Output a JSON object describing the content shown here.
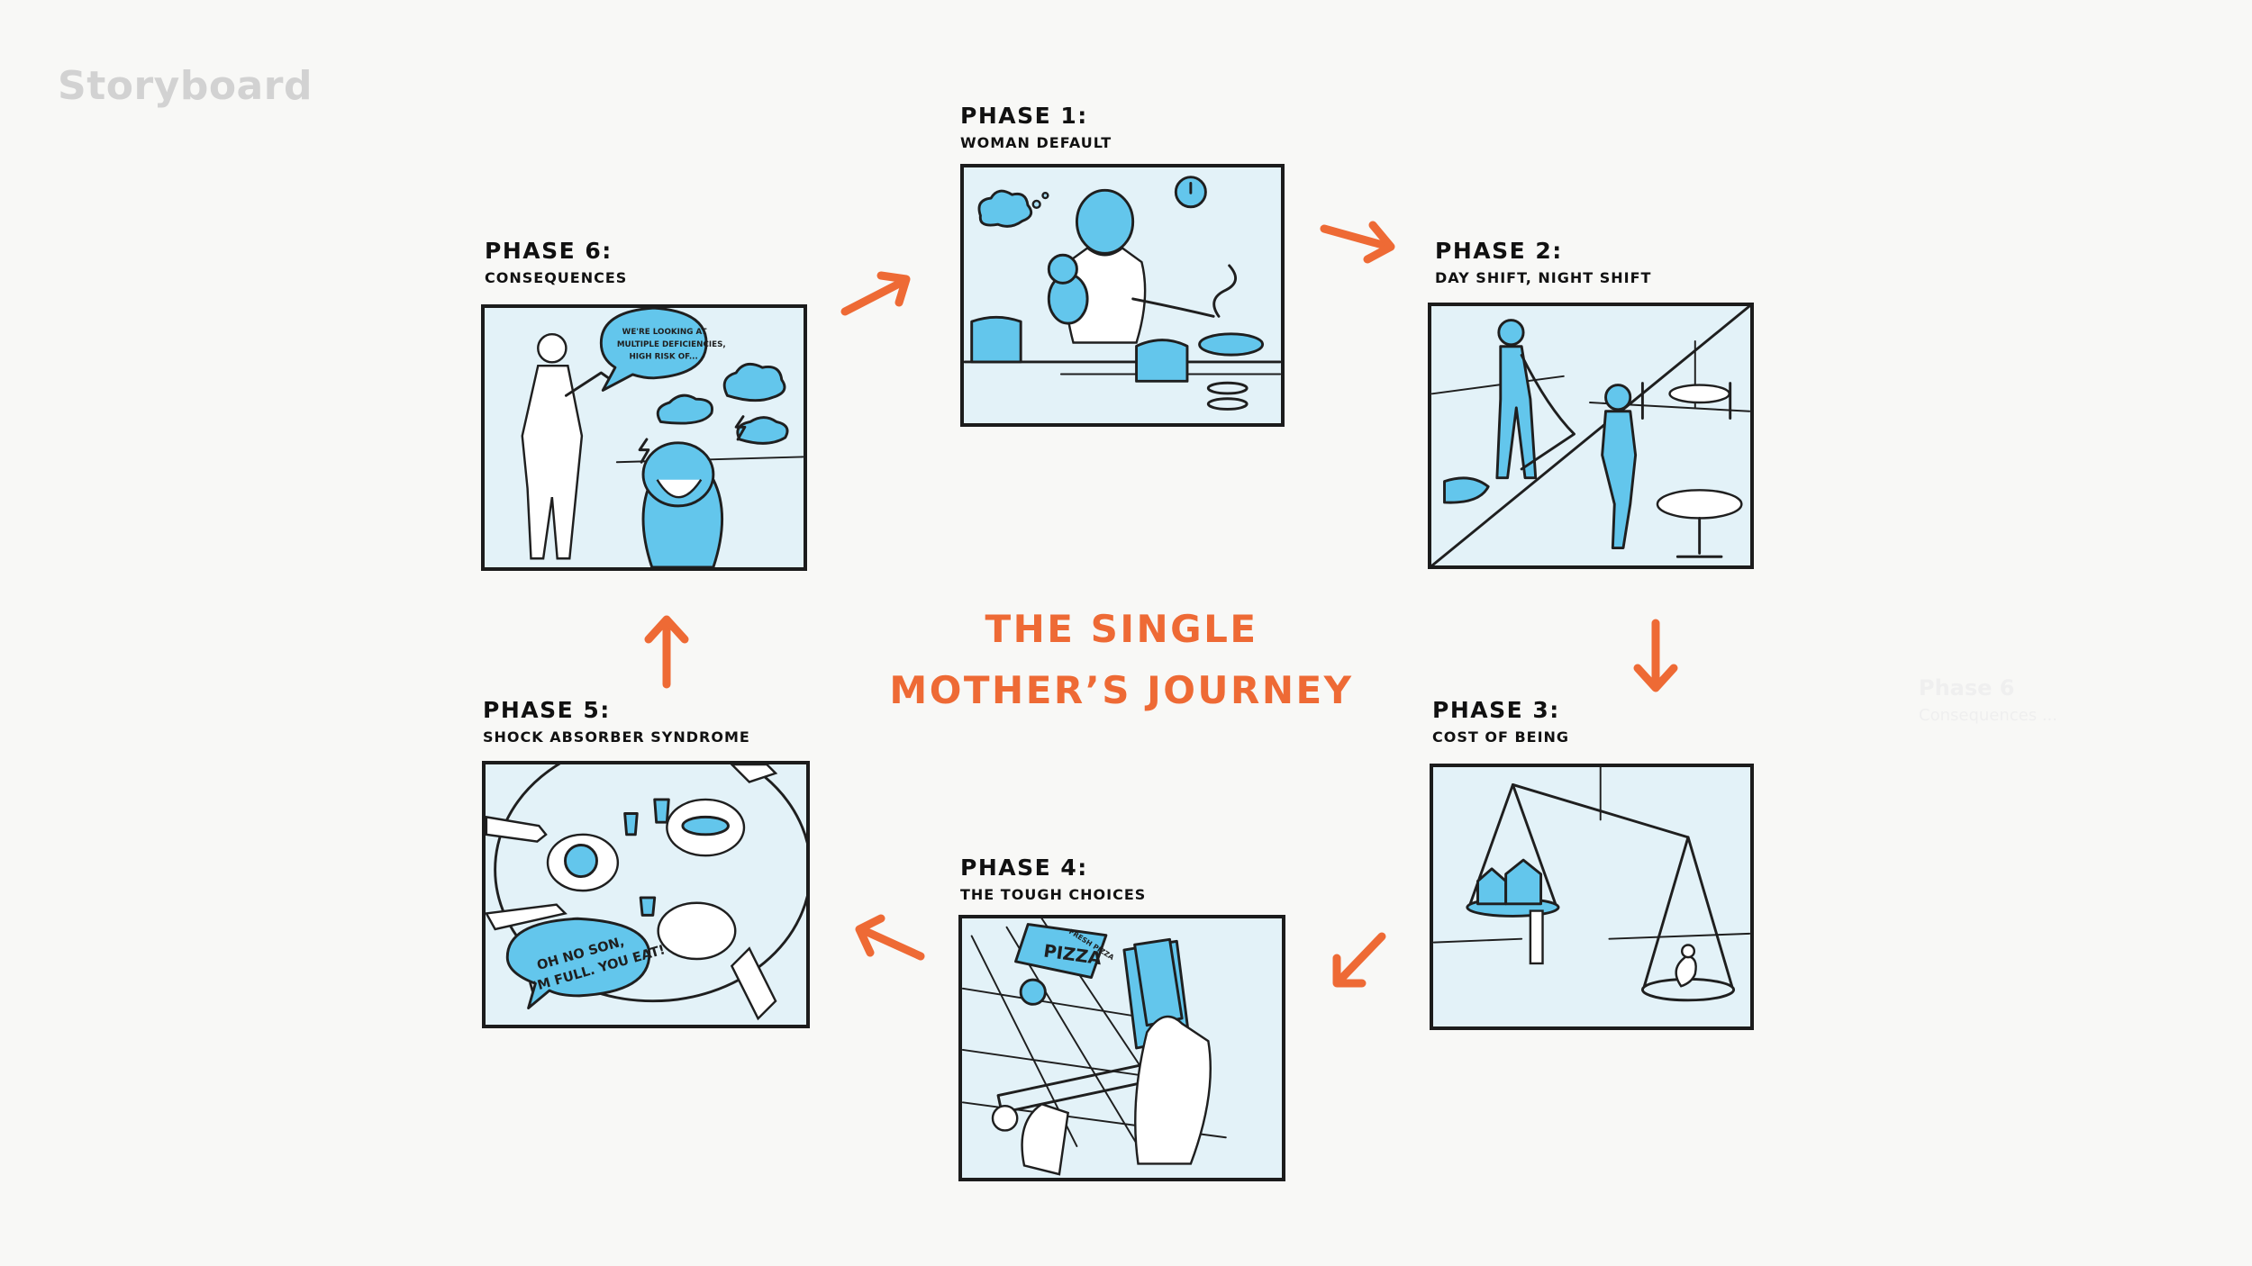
{
  "brand": "Storyboard",
  "title_lines": [
    "THE SINGLE",
    "MOTHER’S JOURNEY"
  ],
  "ghost_label": {
    "title": "Phase 6",
    "subtitle": "Consequences ..."
  },
  "colors": {
    "accent": "#ee6a35",
    "panel_fill": "#63c6ec",
    "background": "#f8f8f6"
  },
  "phases": [
    {
      "label": "PHASE 1:",
      "subtitle": "WOMAN DEFAULT"
    },
    {
      "label": "PHASE 2:",
      "subtitle": "DAY SHIFT, NIGHT SHIFT"
    },
    {
      "label": "PHASE 3:",
      "subtitle": "COST OF BEING"
    },
    {
      "label": "PHASE 4:",
      "subtitle": "THE TOUGH CHOICES"
    },
    {
      "label": "PHASE 5:",
      "subtitle": "SHOCK ABSORBER SYNDROME"
    },
    {
      "label": "PHASE 6:",
      "subtitle": "CONSEQUENCES"
    }
  ],
  "panel_text": {
    "phase4_sign": "PIZZA",
    "phase4_sign_small": "FRESH PIZZA",
    "phase5_bubble": [
      "OH NO SON,",
      "I'M FULL. YOU EAT!"
    ],
    "phase6_bubble": [
      "WE'RE LOOKING AT",
      "MULTIPLE DEFICIENCIES,",
      "HIGH RISK OF..."
    ]
  }
}
